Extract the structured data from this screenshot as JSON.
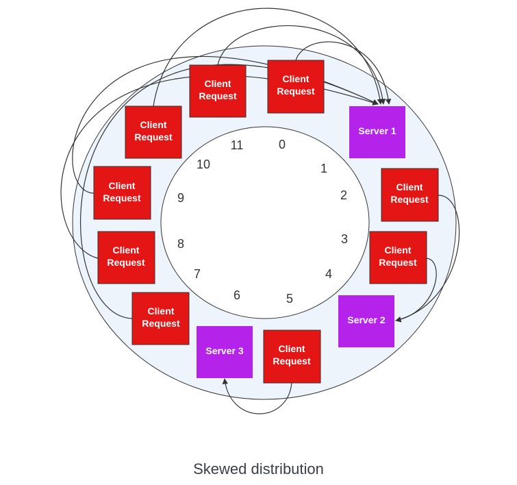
{
  "caption": "Skewed distribution",
  "colors": {
    "client": "#e41515",
    "server": "#b523ea",
    "ring_fill": "#eef4fb",
    "inner_fill": "#ffffff",
    "stroke": "#333333"
  },
  "ring_numbers": [
    "0",
    "1",
    "2",
    "3",
    "4",
    "5",
    "6",
    "7",
    "8",
    "9",
    "10",
    "11"
  ],
  "client_label": [
    "Client",
    "Request"
  ],
  "servers": [
    "Server 1",
    "Server 2",
    "Server 3"
  ]
}
